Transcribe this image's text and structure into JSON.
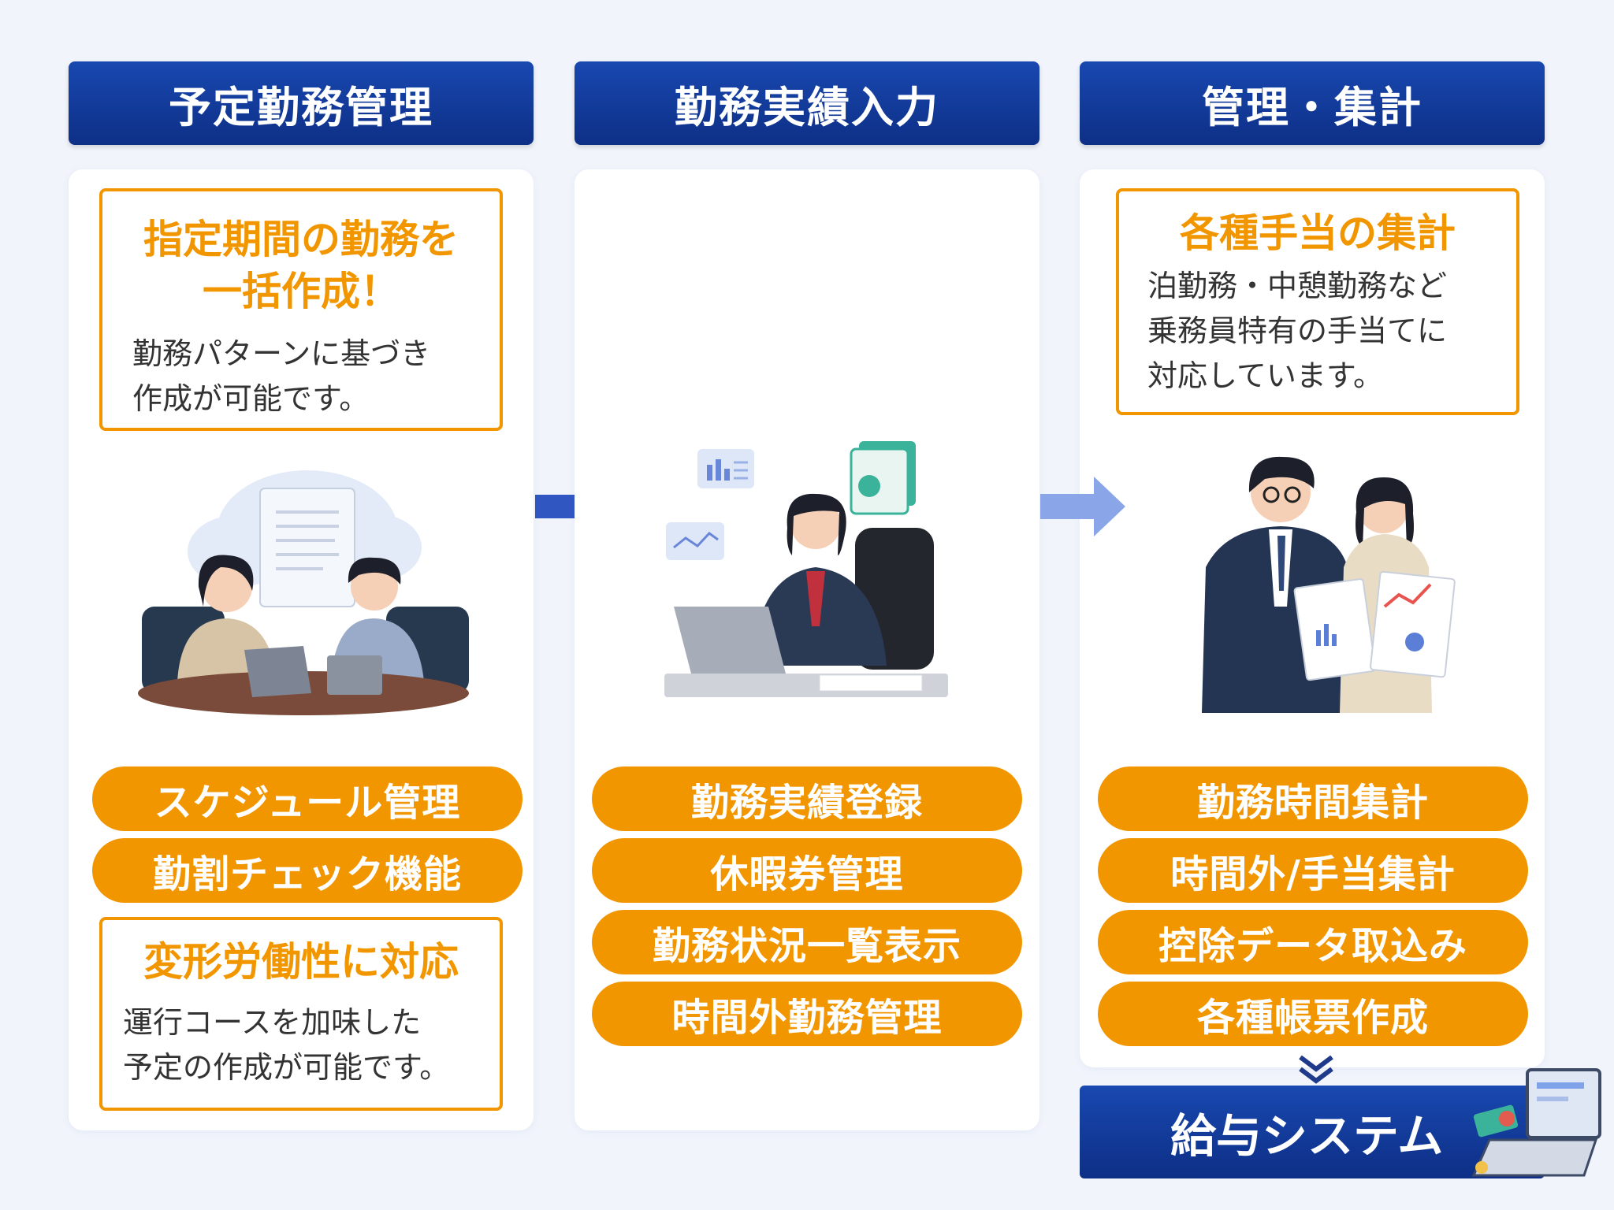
{
  "columns": [
    {
      "header": "予定勤務管理",
      "top_callout": {
        "title": "指定期間の勤務を\n一括作成！",
        "body": "勤務パターンに基づき\n作成が可能です。"
      },
      "features": [
        "スケジュール管理",
        "勤割チェック機能"
      ],
      "bottom_callout": {
        "title": "変形労働性に対応",
        "body": "運行コースを加味した\n予定の作成が可能です。"
      }
    },
    {
      "header": "勤務実績入力",
      "features": [
        "勤務実績登録",
        "休暇券管理",
        "勤務状況一覧表示",
        "時間外勤務管理"
      ]
    },
    {
      "header": "管理・集計",
      "top_callout": {
        "title": "各種手当の集計",
        "body": "泊勤務・中憩勤務など\n乗務員特有の手当てに\n対応しています。"
      },
      "features": [
        "勤務時間集計",
        "時間外/手当集計",
        "控除データ取込み",
        "各種帳票作成"
      ]
    }
  ],
  "output": {
    "label": "給与システム"
  },
  "colors": {
    "header_blue": "#1848b0",
    "accent_orange": "#f29600",
    "background": "#f1f4fb"
  },
  "icons": [
    "meeting-illustration",
    "office-worker-illustration",
    "business-pair-illustration",
    "laptop-payment-illustration",
    "flow-arrow-icon",
    "double-chevron-down-icon"
  ]
}
